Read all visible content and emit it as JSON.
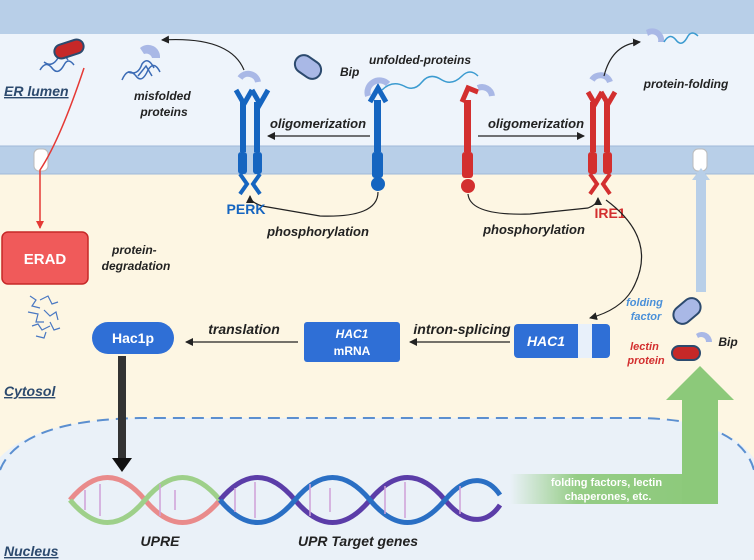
{
  "regions": {
    "er_lumen": "ER lumen",
    "cytosol": "Cytosol",
    "nucleus": "Nucleus"
  },
  "labels": {
    "misfolded": [
      "misfolded",
      "proteins"
    ],
    "bip_top": "Bip",
    "unfolded": "unfolded-proteins",
    "protein_folding": "protein-folding",
    "oligomerization_left": "oligomerization",
    "oligomerization_right": "oligomerization",
    "perk": "PERK",
    "ire1": "IRE1",
    "phosphorylation_left": "phosphorylation",
    "phosphorylation_right": "phosphorylation",
    "erad": "ERAD",
    "protein_degradation": [
      "protein-",
      "degradation"
    ],
    "hac1p": "Hac1p",
    "translation": "translation",
    "hac1_mrna_top": "HAC1",
    "hac1_mrna_bottom": "mRNA",
    "intron_splicing": "intron-splicing",
    "hac1_gene": "HAC1",
    "folding_factor": [
      "folding",
      "factor"
    ],
    "bip_right": "Bip",
    "lectin_protein": [
      "lectin",
      "protein"
    ],
    "upre": "UPRE",
    "upr_target_genes": "UPR Target genes",
    "folding_factors_box": [
      "folding factors, lectin",
      "chaperones, etc."
    ]
  },
  "colors": {
    "perk_blue": "#1565c0",
    "ire1_red": "#d32f2f",
    "erad_red": "#f05a5a",
    "node_blue": "#2f6fd6",
    "green_arrow": "#8cc97a"
  }
}
